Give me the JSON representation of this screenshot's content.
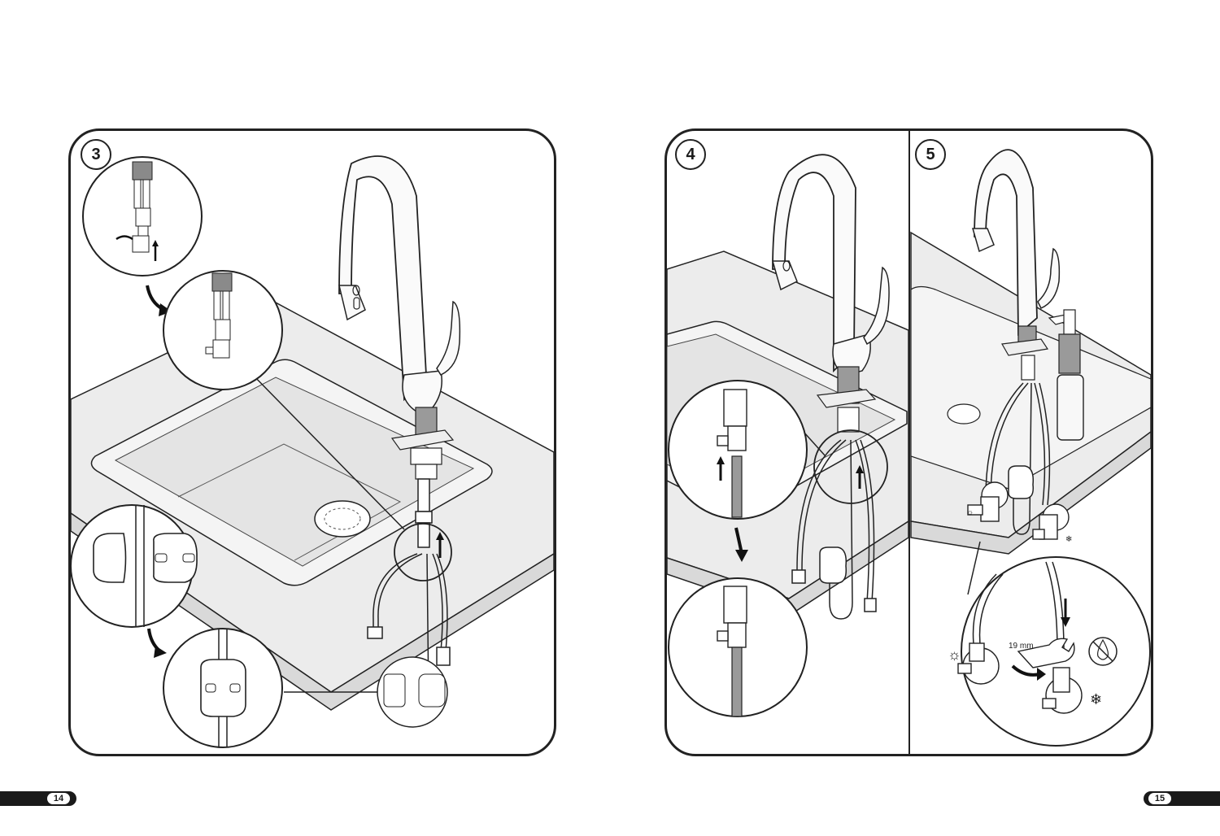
{
  "steps": {
    "left": {
      "number": "3"
    },
    "middle": {
      "number": "4"
    },
    "right": {
      "number": "5",
      "wrench_size": "19 mm"
    }
  },
  "pages": {
    "left": "14",
    "right": "15"
  },
  "icons": {
    "counter": "counter-top",
    "sink": "sink-basin",
    "faucet": "pull-down-faucet",
    "hose_weight": "hose-weight",
    "valve": "angle-valve",
    "soap": "soap-dispenser",
    "hot": "sun-icon",
    "cold": "snowflake-icon",
    "no_water": "no-water-icon",
    "wrench": "wrench-icon"
  },
  "colors": {
    "line": "#222222",
    "fill_light": "#e6e6e6",
    "fill_mid": "#cfcfcf",
    "hose": "#8a8a8a"
  }
}
